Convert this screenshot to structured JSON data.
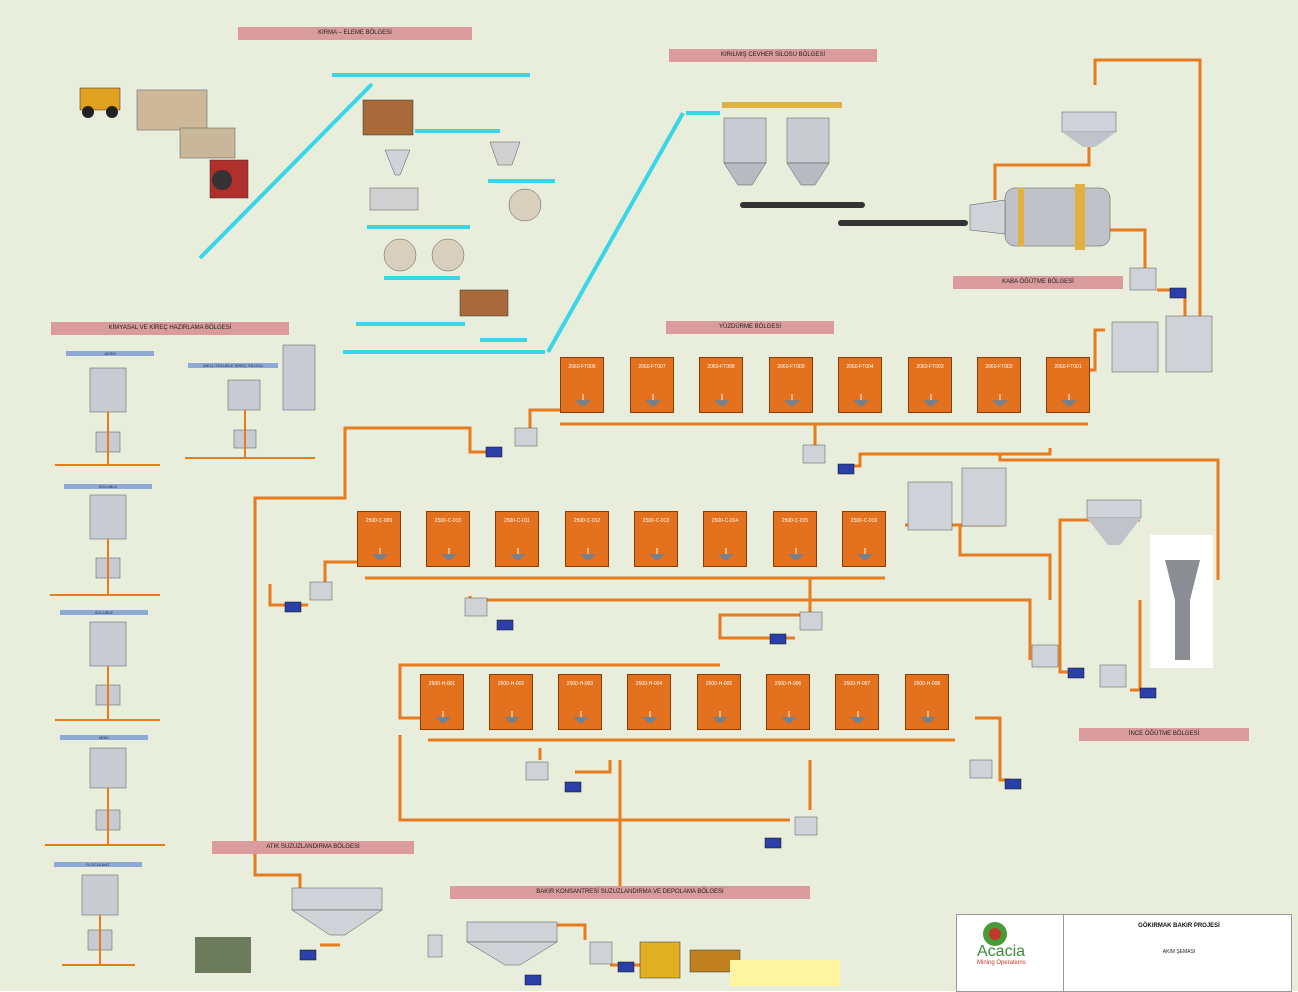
{
  "banners": {
    "crushing": "KIRMA – ELEME BÖLGESİ",
    "silo": "KIRILMIŞ CEVHER SİLOSU BÖLGESİ",
    "grinding": "KABA ÖĞÜTME BÖLGESİ",
    "chemical": "KİMYASAL VE KİREÇ HAZIRLAMA BÖLGESİ",
    "leaching": "YÜZDÜRME BÖLGESİ",
    "fine_grinding": "İNCE ÖĞÜTME BÖLGESİ",
    "tailings": "ATIK SUZUZLANDIRMA BÖLGESİ",
    "concentrate": "BAKIR KONSANTRESİ SUZUZLANDIRMA VE DEPOLAMA BÖLGESİ"
  },
  "chem_labels": [
    "AKSM",
    "SOLUBLE",
    "SOLUBLE",
    "MIBC",
    "FLOCULANT"
  ],
  "lime_label": "WELL SOLUBLE KIREÇ SİLOSU",
  "row1_tanks": [
    "2060-FT006",
    "2060-FT007",
    "2060-FT008",
    "2060-FT009",
    "2060-FT004",
    "2060-FT003",
    "2060-FT002",
    "2060-FT001"
  ],
  "row2_tanks": [
    "2500-C-009",
    "2500-C-010",
    "2500-C-011",
    "2500-C-012",
    "2500-C-013",
    "2500-C-014",
    "2500-C-015",
    "2500-C-016"
  ],
  "row3_tanks": [
    "2500-H-001",
    "2500-H-002",
    "2500-H-003",
    "2500-H-004",
    "2500-H-005",
    "2500-H-006",
    "2500-H-007",
    "2500-H-008"
  ],
  "titleblock": {
    "company": "Acacia",
    "company_sub": "Mining Operations",
    "project": "GÖKIRMAK BAKIR PROJESİ",
    "drawing": "AKIM ŞEMASI"
  },
  "colors": {
    "pipe": "#e87b1e",
    "tank": "#e4711e",
    "conveyor": "#39d6e8",
    "banner": "#d99b9b",
    "background": "#e9eedc"
  }
}
